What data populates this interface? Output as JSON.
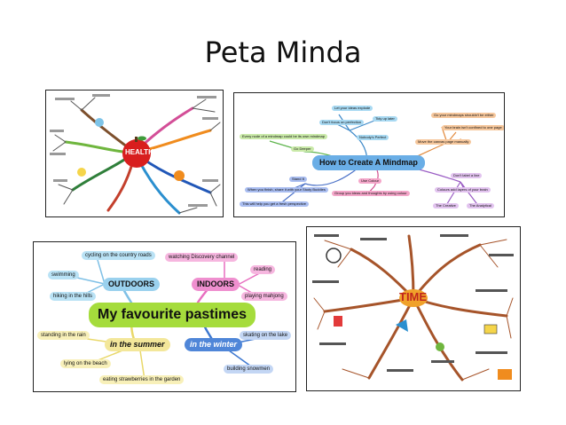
{
  "slide": {
    "title": "Peta Minda"
  },
  "mindmap1": {
    "center": "HEALTH"
  },
  "mindmap2": {
    "center": "How to Create A Mindmap",
    "branches": [
      "Let your ideas explode",
      "Tidy up later",
      "Don't focus on perfection",
      "Nobody's Perfect",
      "Every node of a mindmap could be its own mindmap",
      "Go Deeper",
      "Go your mindmaps shouldn't be either",
      "Your brain isn't confined to one page",
      "Move the canvas page manually",
      "Don't label a line",
      "Colours add layers of your brain",
      "The Creative",
      "The Analytical",
      "Stand It",
      "When you finish, share it with your Study Buddies",
      "This will help you get a fresh perspective",
      "Use Colour",
      "Group you ideas and thoughts by using colour"
    ]
  },
  "mindmap3": {
    "center": "My favourite pastimes",
    "branches": [
      {
        "label": "OUTDOORS",
        "color": "#9ad1ee",
        "children": [
          "cycling on the country roads",
          "swimming",
          "hiking in the hills"
        ]
      },
      {
        "label": "INDOORS",
        "color": "#ef8fcf",
        "children": [
          "watching Discovery channel",
          "reading",
          "playing mahjong"
        ]
      },
      {
        "label": "in the summer",
        "color": "#f3e79a",
        "children": [
          "standing in the rain",
          "lying on the beach",
          "eating strawberries in the garden"
        ]
      },
      {
        "label": "in the winter",
        "color": "#4f86d8",
        "children": [
          "skating on the lake",
          "building snowmen"
        ]
      }
    ]
  },
  "mindmap4": {
    "center": "TIME"
  }
}
